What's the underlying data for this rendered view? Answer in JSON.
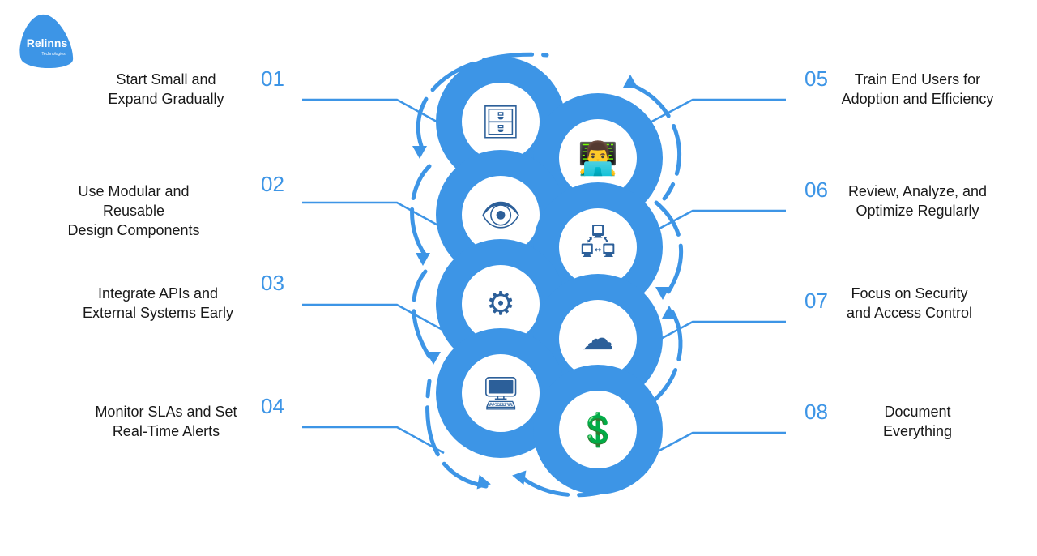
{
  "logo": {
    "text": "Relinns",
    "subtext": "Technologies"
  },
  "colors": {
    "accent": "#3d95e6",
    "text": "#1a1a1a"
  },
  "steps": [
    {
      "num": "01",
      "label": "Start Small and\nExpand Gradually",
      "icon": "database-email-icon"
    },
    {
      "num": "02",
      "label": "Use Modular and Reusable\nDesign Components",
      "icon": "eye-gear-icon"
    },
    {
      "num": "03",
      "label": "Integrate APIs and\nExternal Systems Early",
      "icon": "gear-document-icon"
    },
    {
      "num": "04",
      "label": "Monitor SLAs and Set\nReal-Time Alerts",
      "icon": "monitor-gear-icon"
    },
    {
      "num": "05",
      "label": "Train End Users for\nAdoption and Efficiency",
      "icon": "developer-laptop-icon"
    },
    {
      "num": "06",
      "label": "Review, Analyze, and\nOptimize Regularly",
      "icon": "server-binary-icon"
    },
    {
      "num": "07",
      "label": "Focus on Security\nand Access Control",
      "icon": "cloud-hand-icon"
    },
    {
      "num": "08",
      "label": "Document\nEverything",
      "icon": "cloud-coins-icon"
    }
  ]
}
